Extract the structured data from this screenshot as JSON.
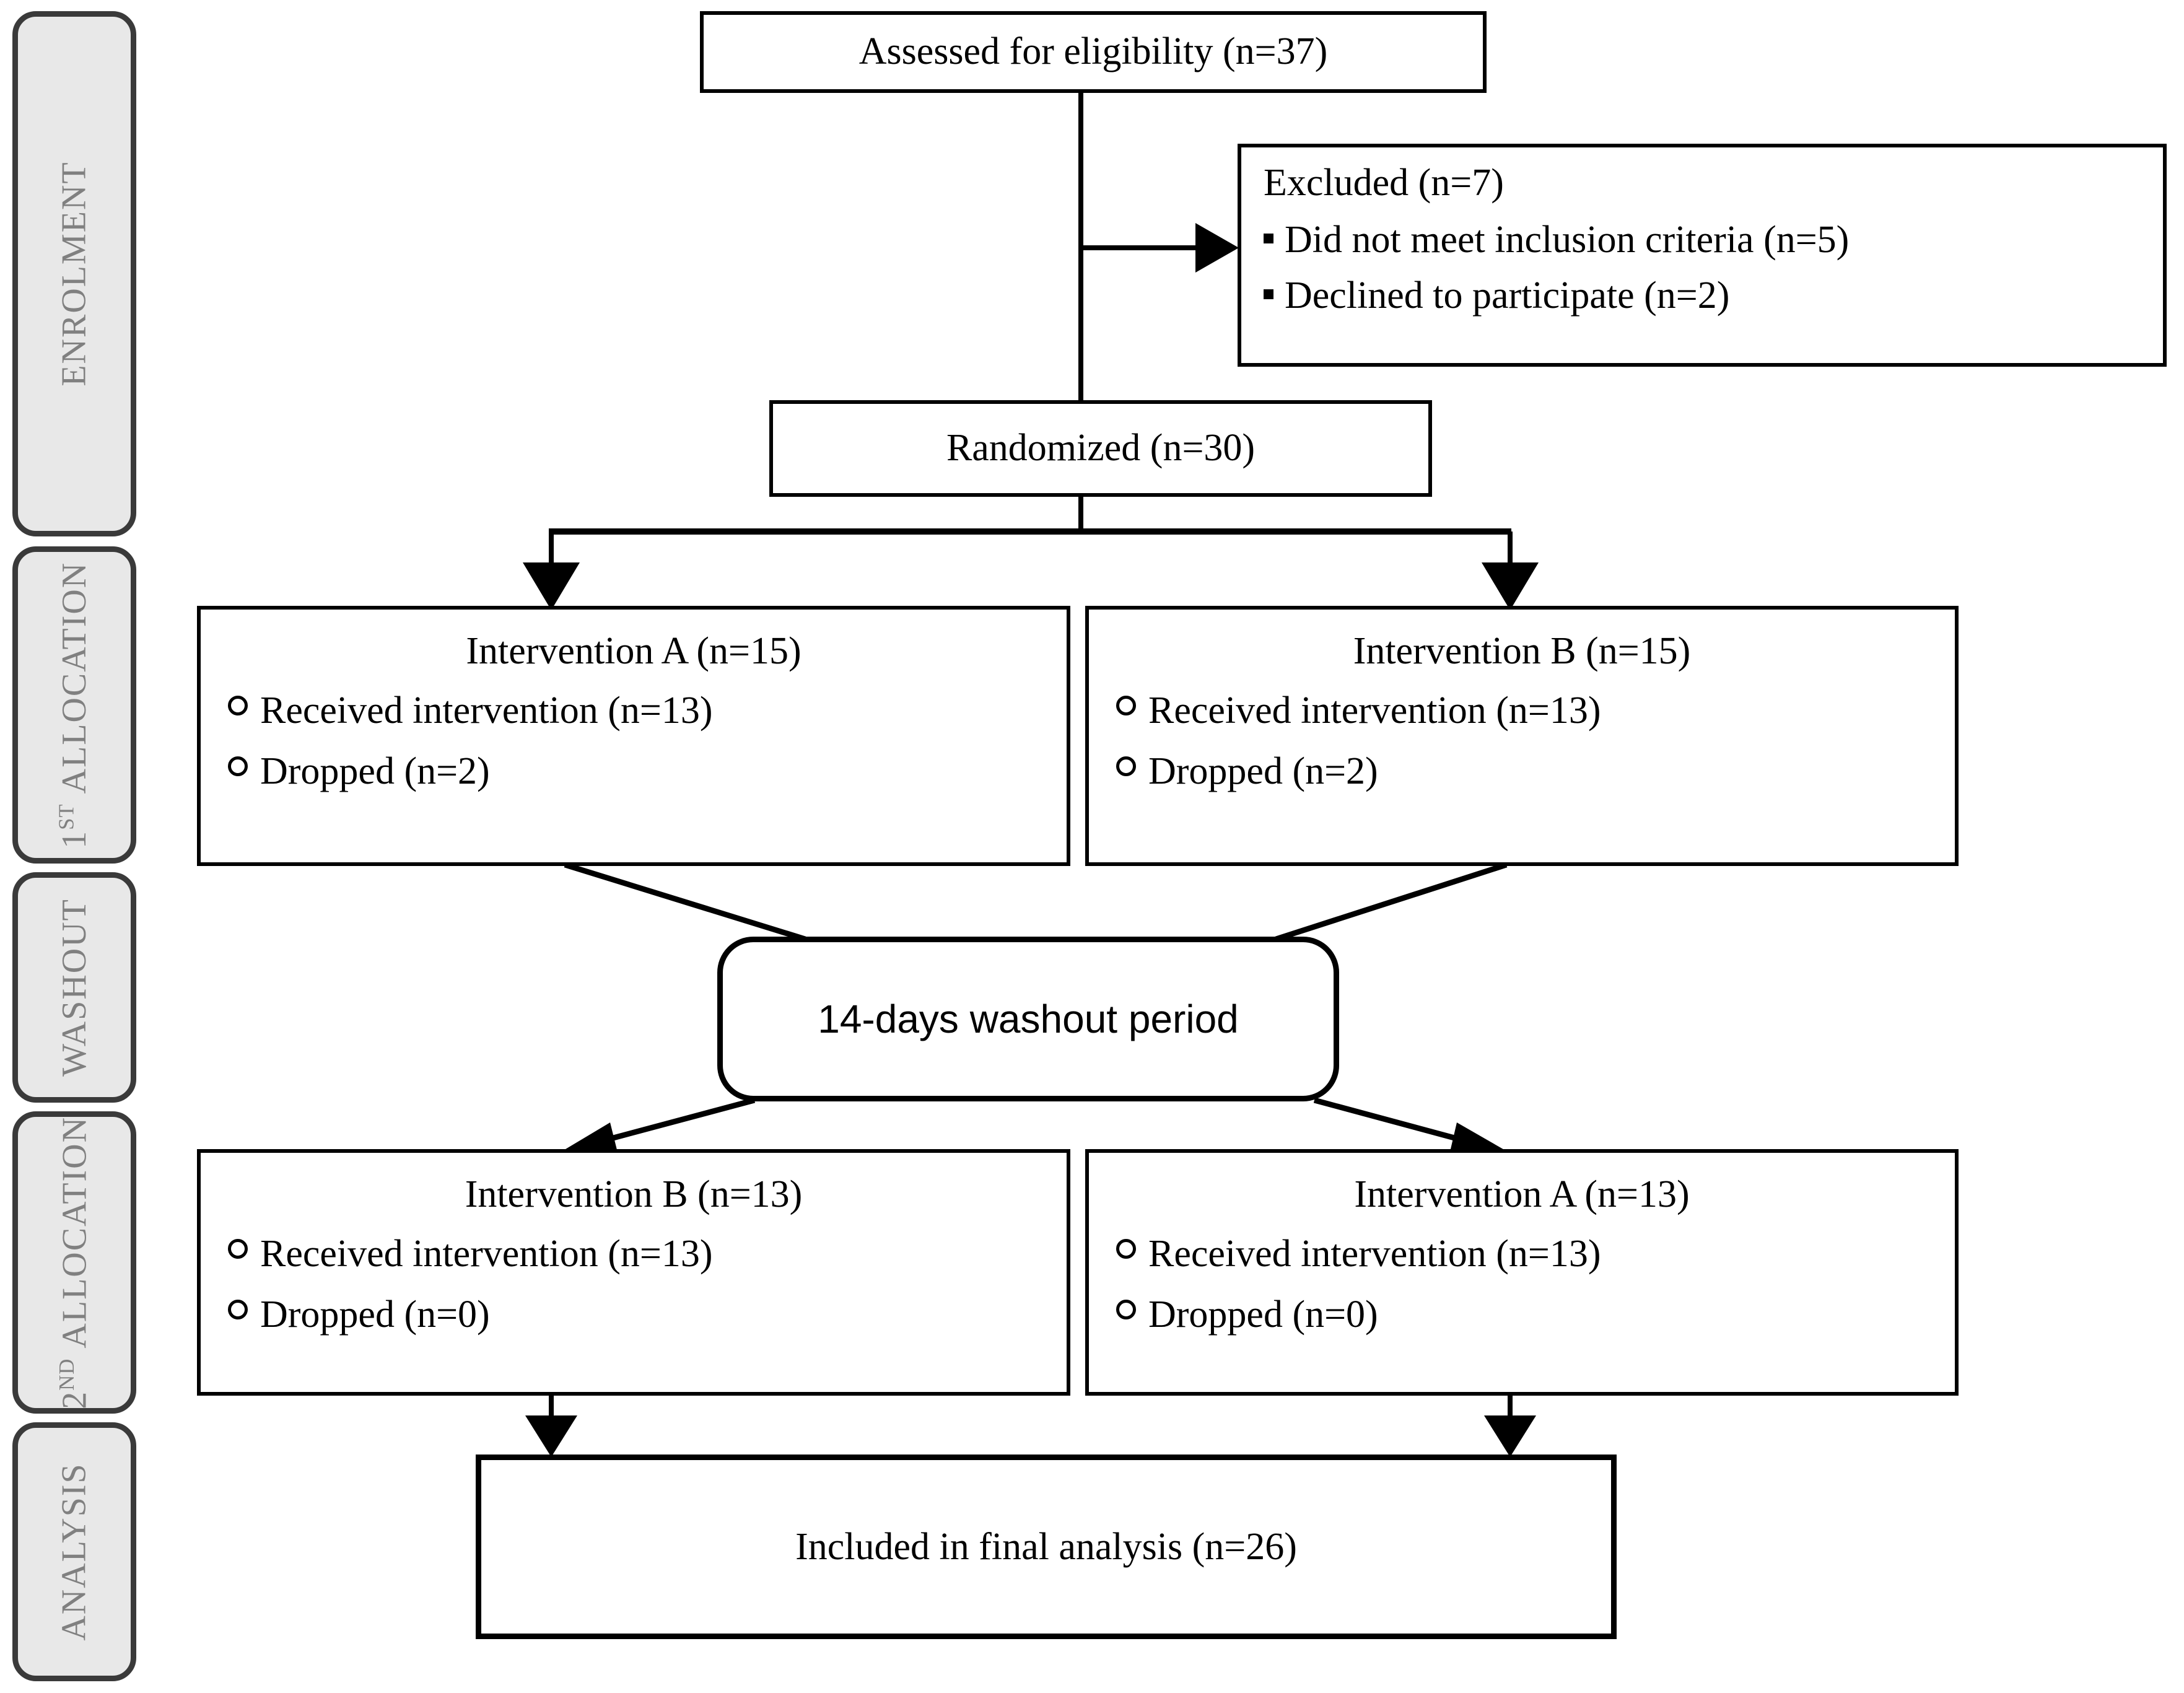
{
  "figure": {
    "type": "consort-flow-diagram",
    "title": "CONSORT participant flow diagram (crossover trial)",
    "colors": {
      "box_border": "#000000",
      "box_fill": "#ffffff",
      "stage_label_fill": "#e8e8e8",
      "stage_label_border": "#3a3a3a",
      "stage_label_text": "#808080",
      "connector": "#000000"
    }
  },
  "stages": [
    {
      "id": "enrolment",
      "label": "ENROLMENT"
    },
    {
      "id": "allocation-1",
      "label": "ALLOCATION",
      "prefix": "1",
      "prefix_sup": "ST"
    },
    {
      "id": "washout",
      "label": "WASHOUT"
    },
    {
      "id": "allocation-2",
      "label": "ALLOCATION",
      "prefix": "2",
      "prefix_sup": "ND"
    },
    {
      "id": "analysis",
      "label": "ANALYSIS"
    }
  ],
  "nodes": {
    "assessed": {
      "text": "Assessed for eligibility (n=37)",
      "n": 37
    },
    "excluded": {
      "heading": "Excluded (n=7)",
      "n": 7,
      "reasons": [
        {
          "text": "Did not meet inclusion criteria (n=5)",
          "n": 5
        },
        {
          "text": "Declined to participate (n=2)",
          "n": 2
        }
      ]
    },
    "randomized": {
      "text": "Randomized (n=30)",
      "n": 30
    },
    "alloc1_left": {
      "title": "Intervention A (n=15)",
      "n": 15,
      "rows": [
        {
          "text": "Received intervention (n=13)",
          "n": 13
        },
        {
          "text": "Dropped (n=2)",
          "n": 2
        }
      ]
    },
    "alloc1_right": {
      "title": "Intervention B (n=15)",
      "n": 15,
      "rows": [
        {
          "text": "Received intervention (n=13)",
          "n": 13
        },
        {
          "text": "Dropped (n=2)",
          "n": 2
        }
      ]
    },
    "washout": {
      "text": "14-days washout period",
      "days": 14
    },
    "alloc2_left": {
      "title": "Intervention B (n=13)",
      "n": 13,
      "rows": [
        {
          "text": "Received intervention (n=13)",
          "n": 13
        },
        {
          "text": "Dropped (n=0)",
          "n": 0
        }
      ]
    },
    "alloc2_right": {
      "title": "Intervention A (n=13)",
      "n": 13,
      "rows": [
        {
          "text": "Received intervention (n=13)",
          "n": 13
        },
        {
          "text": "Dropped (n=0)",
          "n": 0
        }
      ]
    },
    "final": {
      "text": "Included in final analysis (n=26)",
      "n": 26
    }
  }
}
